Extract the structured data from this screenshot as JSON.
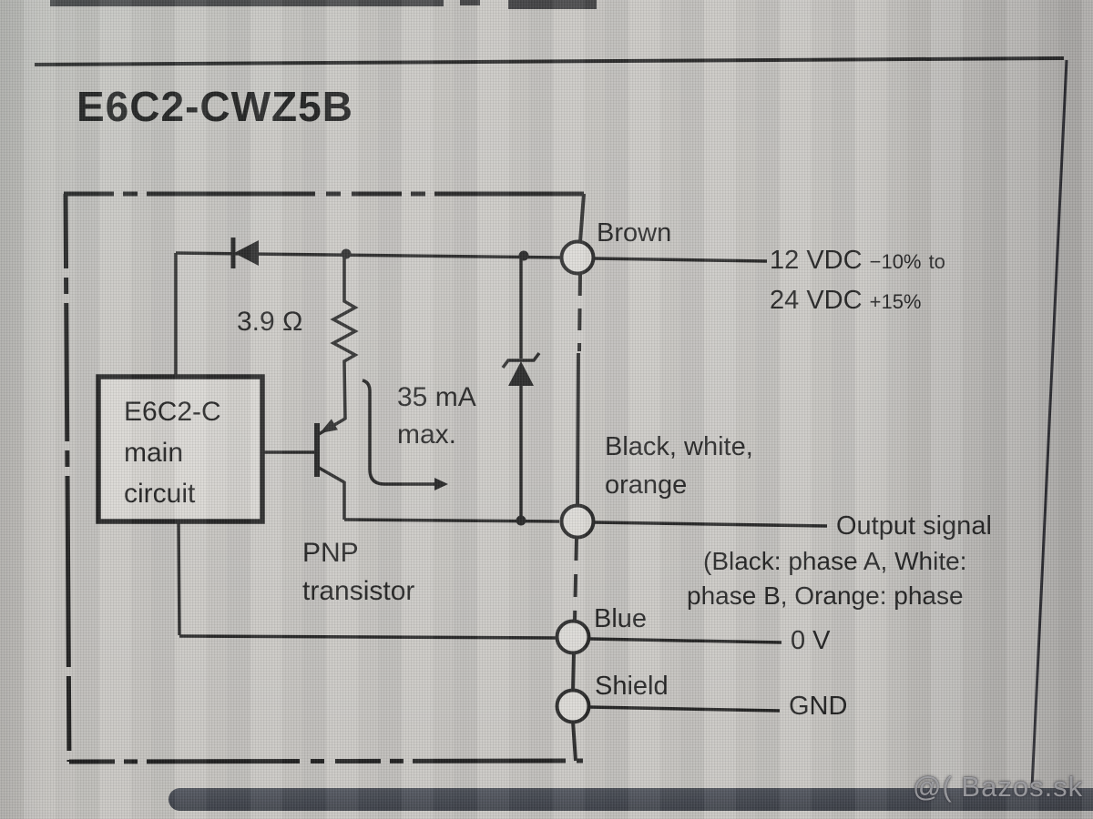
{
  "page": {
    "title": "E6C2-CWZ5B",
    "watermark": "@( Bazos.sk"
  },
  "diagram": {
    "labels": {
      "brown_wire": "Brown",
      "output_wires_line1": "Black, white,",
      "output_wires_line2": "orange",
      "blue_wire": "Blue",
      "shield_wire": "Shield",
      "resistor_value": "3.9 Ω",
      "max_current_line1": "35 mA",
      "max_current_line2": "max.",
      "main_box_line1": "E6C2-C",
      "main_box_line2": "main",
      "main_box_line3": "circuit",
      "transistor_line1": "PNP",
      "transistor_line2": "transistor"
    },
    "annotations": {
      "supply_line1_value": "12 VDC",
      "supply_line1_tolerance": "−10%",
      "supply_line1_suffix": "to",
      "supply_line2_value": "24 VDC",
      "supply_line2_tolerance": "+15%",
      "output_signal": "Output signal",
      "output_note_line1": "(Black: phase A, White:",
      "output_note_line2": "phase B, Orange: phase",
      "zero_volt": "0 V",
      "ground": "GND"
    }
  }
}
